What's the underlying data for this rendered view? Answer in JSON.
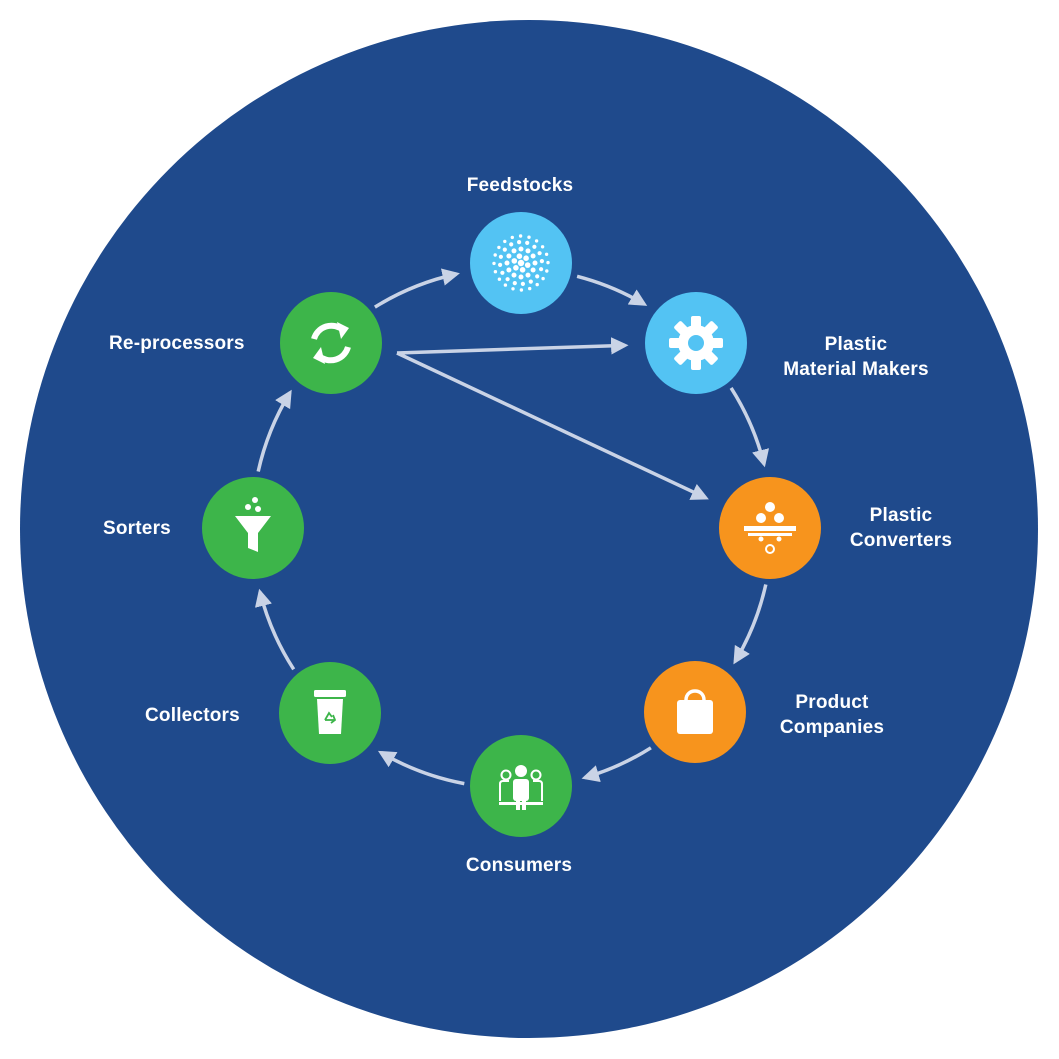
{
  "colors": {
    "background": "#1f4a8c",
    "arrow": "#c9d3e6",
    "blue_node": "#53c3f3",
    "orange_node": "#f7941d",
    "green_node": "#3db54a",
    "icon": "#ffffff"
  },
  "nodes": [
    {
      "id": "feedstocks",
      "lines": [
        "Feedstocks"
      ],
      "color": "blue",
      "icon": "dots-sphere-icon"
    },
    {
      "id": "plastic-material-makers",
      "lines": [
        "Plastic",
        "Material Makers"
      ],
      "color": "blue",
      "icon": "gear-icon"
    },
    {
      "id": "plastic-converters",
      "lines": [
        "Plastic",
        "Converters"
      ],
      "color": "orange",
      "icon": "pellets-conveyor-icon"
    },
    {
      "id": "product-companies",
      "lines": [
        "Product",
        "Companies"
      ],
      "color": "orange",
      "icon": "shopping-bag-icon"
    },
    {
      "id": "consumers",
      "lines": [
        "Consumers"
      ],
      "color": "green",
      "icon": "people-group-icon"
    },
    {
      "id": "collectors",
      "lines": [
        "Collectors"
      ],
      "color": "green",
      "icon": "recycle-bin-icon"
    },
    {
      "id": "sorters",
      "lines": [
        "Sorters"
      ],
      "color": "green",
      "icon": "funnel-icon"
    },
    {
      "id": "re-processors",
      "lines": [
        "Re-processors"
      ],
      "color": "green",
      "icon": "refresh-arrows-icon"
    }
  ],
  "edges": [
    {
      "from": "feedstocks",
      "to": "plastic-material-makers"
    },
    {
      "from": "plastic-material-makers",
      "to": "plastic-converters"
    },
    {
      "from": "plastic-converters",
      "to": "product-companies"
    },
    {
      "from": "product-companies",
      "to": "consumers"
    },
    {
      "from": "consumers",
      "to": "collectors"
    },
    {
      "from": "collectors",
      "to": "sorters"
    },
    {
      "from": "sorters",
      "to": "re-processors"
    },
    {
      "from": "re-processors",
      "to": "feedstocks"
    },
    {
      "from": "re-processors",
      "to": "plastic-material-makers"
    },
    {
      "from": "re-processors",
      "to": "plastic-converters"
    }
  ]
}
